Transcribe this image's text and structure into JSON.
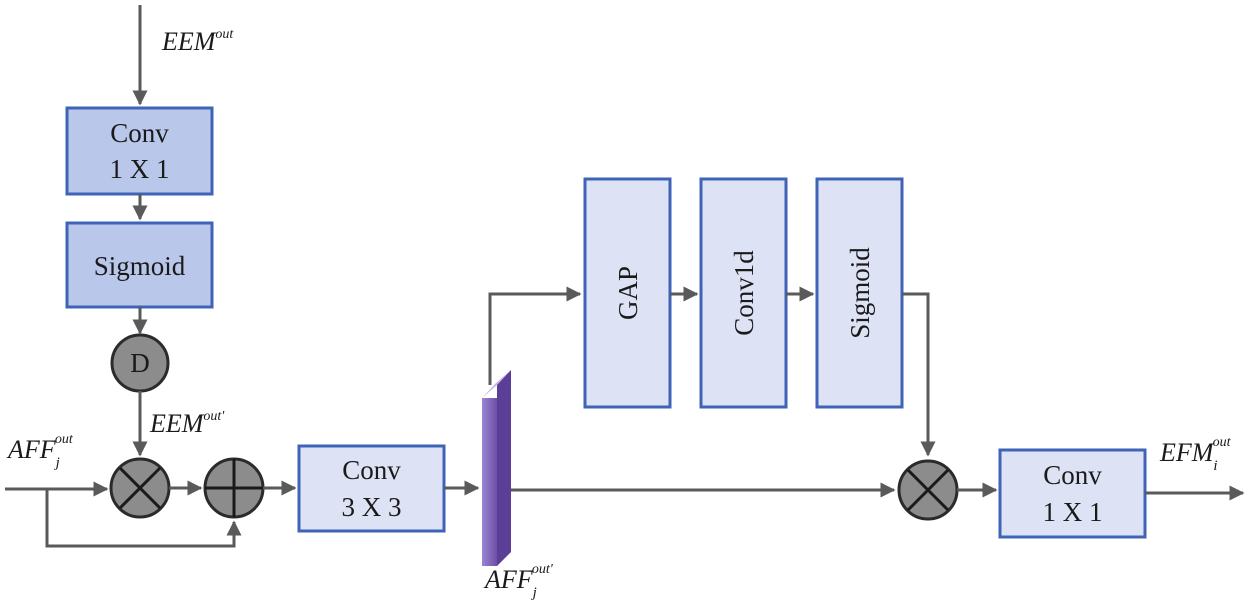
{
  "blocks": {
    "conv1x1_top": {
      "line1": "Conv",
      "line2": "1 X 1"
    },
    "sigmoid_left": "Sigmoid",
    "d_node": "D",
    "conv3x3": {
      "line1": "Conv",
      "line2": "3 X 3"
    },
    "gap": "GAP",
    "conv1d": "Conv1d",
    "sigmoid_right": "Sigmoid",
    "conv1x1_right": {
      "line1": "Conv",
      "line2": "1 X 1"
    }
  },
  "labels": {
    "eem_out": {
      "base": "EEM",
      "sup": "out"
    },
    "eem_out_prime": {
      "base": "EEM",
      "sup": "out'"
    },
    "aff_in": {
      "base": "AFF",
      "sub": "j",
      "sup": "out"
    },
    "aff_out_prime": {
      "base": "AFF",
      "sub": "j",
      "sup": "out'"
    },
    "efm_out": {
      "base": "EFM",
      "sub": "i",
      "sup": "out"
    }
  },
  "colors": {
    "box_fill": "#dde3f5",
    "box_fill_dark": "#b8c7ea",
    "box_stroke": "#3f63b7",
    "feature_map": "#7b5fb3",
    "operator_fill": "#8c8c8c",
    "arrow": "#5a5a5a"
  }
}
